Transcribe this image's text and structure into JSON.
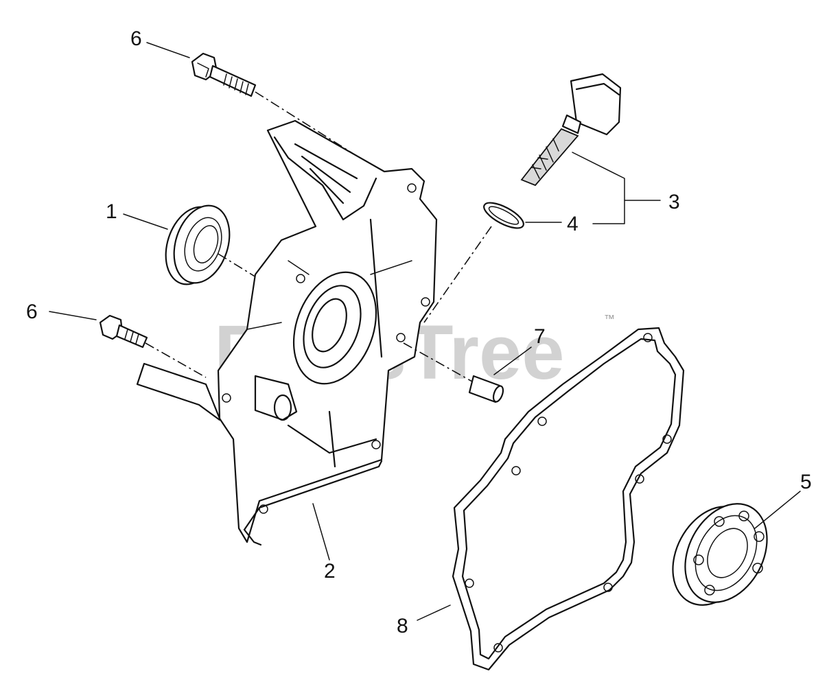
{
  "watermark": {
    "brand": "PartsTree",
    "trademark": "™"
  },
  "callouts": [
    {
      "id": "c1",
      "label": "1",
      "part": "oil seal"
    },
    {
      "id": "c2",
      "label": "2",
      "part": "crankcase cover"
    },
    {
      "id": "c3",
      "label": "3",
      "part": "dipstick"
    },
    {
      "id": "c4",
      "label": "4",
      "part": "o-ring"
    },
    {
      "id": "c5",
      "label": "5",
      "part": "ball bearing"
    },
    {
      "id": "c6a",
      "label": "6",
      "part": "flange bolt (upper)"
    },
    {
      "id": "c6b",
      "label": "6",
      "part": "flange bolt (lower)"
    },
    {
      "id": "c7",
      "label": "7",
      "part": "dowel pin"
    },
    {
      "id": "c8",
      "label": "8",
      "part": "gasket"
    }
  ]
}
